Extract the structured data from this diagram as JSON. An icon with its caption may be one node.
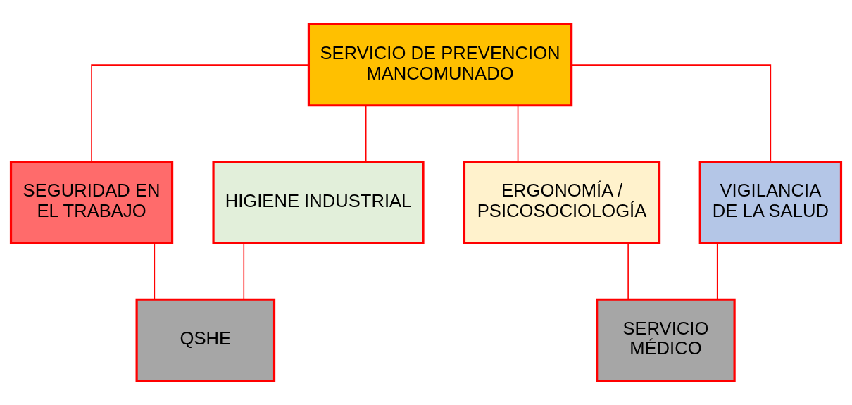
{
  "diagram": {
    "nodes": [
      {
        "text": [
          "SERVICIO DE PREVENCION MANCOMUNADO"
        ]
      },
      {
        "text": [
          "SEGURIDAD EN EL TRABAJO"
        ]
      },
      {
        "text": [
          "HIGIENE INDUSTRIAL"
        ]
      },
      {
        "text": [
          "ERGONOMÍA / PSICOSOCIOLOGÍA"
        ]
      },
      {
        "text": [
          "VIGILANCIA DE LA SALUD"
        ]
      },
      {
        "text": [
          "QSHE"
        ]
      },
      {
        "text": [
          "SERVICIO MÉDICO"
        ]
      }
    ],
    "edges": [
      {
        "from": 0,
        "to": 1,
        "arrow": "none"
      },
      {
        "from": 0,
        "to": 2,
        "arrow": "none"
      },
      {
        "from": 0,
        "to": 3,
        "arrow": "none"
      },
      {
        "from": 0,
        "to": 4,
        "arrow": "none"
      },
      {
        "from": 1,
        "to": 5,
        "arrow": "none"
      },
      {
        "from": 2,
        "to": 5,
        "arrow": "none"
      },
      {
        "from": 3,
        "to": 6,
        "arrow": "none"
      },
      {
        "from": 4,
        "to": 6,
        "arrow": "none"
      }
    ]
  }
}
